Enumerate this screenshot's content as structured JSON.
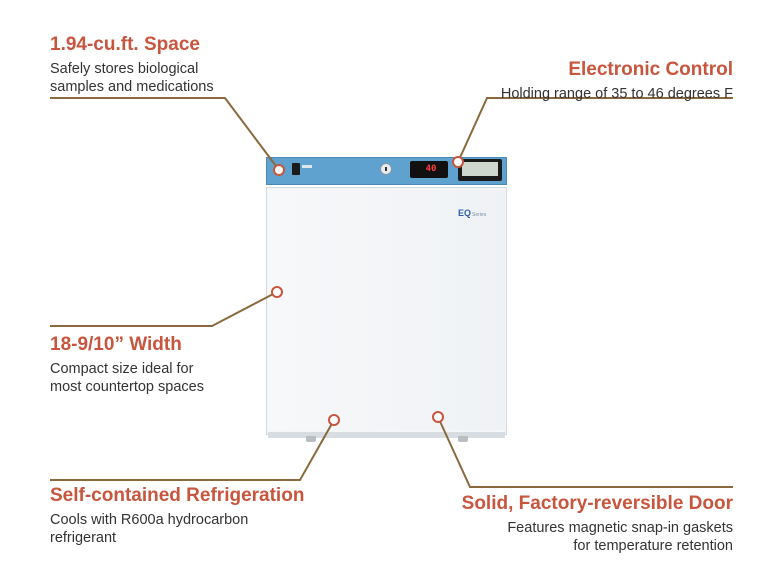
{
  "accent_color": "#c8553d",
  "leader_color": "#8a6a3c",
  "callouts": {
    "space": {
      "title": "1.94-cu.ft. Space",
      "desc": [
        "Safely stores biological",
        "samples and medications"
      ]
    },
    "control": {
      "title": "Electronic Control",
      "desc": [
        "Holding range of 35 to 46 degrees F"
      ]
    },
    "width": {
      "title": "18-9/10” Width",
      "desc": [
        "Compact size ideal for",
        "most countertop spaces"
      ]
    },
    "refrigeration": {
      "title": "Self-contained Refrigeration",
      "desc": [
        "Cools with R600a hydrocarbon",
        "refrigerant"
      ]
    },
    "door": {
      "title": "Solid, Factory-reversible Door",
      "desc": [
        "Features magnetic snap-in gaskets",
        "for temperature retention"
      ]
    }
  },
  "product": {
    "display_readout": "40",
    "logo_text": "EQ",
    "logo_sub": "Series"
  }
}
